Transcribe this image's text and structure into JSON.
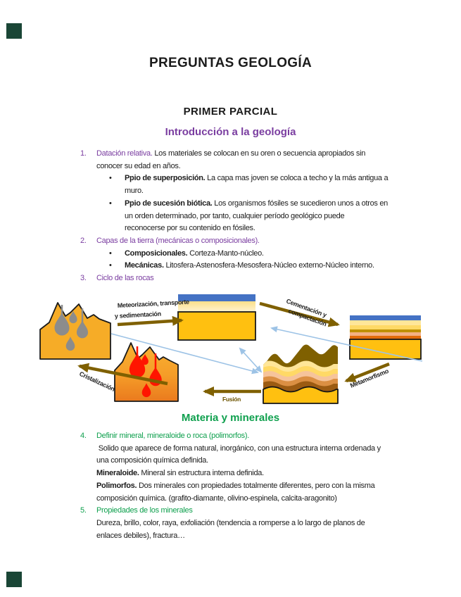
{
  "page": {
    "title": "PREGUNTAS GEOLOGÍA",
    "subtitle": "PRIMER PARCIAL"
  },
  "colors": {
    "purple": "#7a3da0",
    "green": "#0fa04e",
    "ink": "#1b1b1b",
    "corner_marker": "#1a4636",
    "arrow_olive": "#7f6000",
    "arrow_blue": "#9dc3e6"
  },
  "misc": {
    "bullet_char": "•"
  },
  "section1": {
    "heading": "Introducción a la geología",
    "blocks": [
      {
        "type": "num",
        "num": "1.",
        "num_color": "purple",
        "segs": [
          {
            "t": "Datación relativa.",
            "c": "purple"
          },
          {
            "t": " Los materiales se colocan en su oren o secuencia apropiados sin",
            "c": "ink"
          }
        ]
      },
      {
        "type": "cont",
        "segs": [
          {
            "t": "conocer su edad en años.",
            "c": "ink"
          }
        ]
      },
      {
        "type": "bul",
        "segs": [
          {
            "t": "Ppio de superposición.",
            "c": "ink",
            "b": true
          },
          {
            "t": " La capa mas joven se coloca a techo y la más antigua a",
            "c": "ink"
          }
        ]
      },
      {
        "type": "bulcont",
        "segs": [
          {
            "t": "muro.",
            "c": "ink"
          }
        ]
      },
      {
        "type": "bul",
        "segs": [
          {
            "t": "Ppio de sucesión biótica.",
            "c": "ink",
            "b": true
          },
          {
            "t": " Los organismos fósiles se sucedieron unos a otros en",
            "c": "ink"
          }
        ]
      },
      {
        "type": "bulcont",
        "segs": [
          {
            "t": "un orden determinado, por tanto, cualquier período geológico puede",
            "c": "ink"
          }
        ]
      },
      {
        "type": "bulcont",
        "segs": [
          {
            "t": "reconocerse por su contenido en fósiles.",
            "c": "ink"
          }
        ]
      },
      {
        "type": "num",
        "num": "2.",
        "num_color": "purple",
        "segs": [
          {
            "t": "Capas de la tierra (mecánicas o composicionales).",
            "c": "purple"
          }
        ]
      },
      {
        "type": "bul",
        "segs": [
          {
            "t": "Composicionales.",
            "c": "ink",
            "b": true
          },
          {
            "t": " Corteza-Manto-núcleo.",
            "c": "ink"
          }
        ]
      },
      {
        "type": "bul",
        "segs": [
          {
            "t": "Mecánicas.",
            "c": "ink",
            "b": true
          },
          {
            "t": " Litosfera-Astenosfera-Mesosfera-Núcleo externo-Núcleo interno.",
            "c": "ink"
          }
        ]
      },
      {
        "type": "num",
        "num": "3.",
        "num_color": "purple",
        "segs": [
          {
            "t": "Ciclo de las rocas",
            "c": "purple"
          }
        ]
      }
    ]
  },
  "diagram": {
    "labels": {
      "meteor1": "Meteorización, transporte",
      "meteor2": "y sedimentación",
      "cement1": "Cementación y",
      "cement2": "compactación",
      "metamorfismo": "Metamorfismo",
      "fusion": "Fusión",
      "cristalizacion": "Cristalización"
    }
  },
  "section2": {
    "heading": "Materia y minerales",
    "blocks": [
      {
        "type": "num",
        "num": "4.",
        "num_color": "green",
        "segs": [
          {
            "t": "Definir mineral, mineraloide o roca (polimorfos).",
            "c": "green"
          }
        ]
      },
      {
        "type": "cont",
        "segs": [
          {
            "t": " Solido que aparece de forma natural, inorgánico, con una estructura interna ordenada y",
            "c": "ink"
          }
        ]
      },
      {
        "type": "cont",
        "segs": [
          {
            "t": "una composición química definida.",
            "c": "ink"
          }
        ]
      },
      {
        "type": "cont",
        "segs": [
          {
            "t": "Mineraloide.",
            "c": "ink",
            "b": true
          },
          {
            "t": " Mineral sin estructura interna definida.",
            "c": "ink"
          }
        ]
      },
      {
        "type": "cont",
        "segs": [
          {
            "t": "Polimorfos.",
            "c": "ink",
            "b": true
          },
          {
            "t": " Dos minerales con propiedades totalmente diferentes, pero con la misma",
            "c": "ink"
          }
        ]
      },
      {
        "type": "cont",
        "segs": [
          {
            "t": "composición química. (grafito-diamante, olivino-espinela, calcita-aragonito)",
            "c": "ink"
          }
        ]
      },
      {
        "type": "num",
        "num": "5.",
        "num_color": "green",
        "segs": [
          {
            "t": "Propiedades de los minerales",
            "c": "green"
          }
        ]
      },
      {
        "type": "cont",
        "segs": [
          {
            "t": "Dureza, brillo, color, raya, exfoliación (tendencia a romperse a lo largo de planos de",
            "c": "ink"
          }
        ]
      },
      {
        "type": "cont",
        "segs": [
          {
            "t": "enlaces debiles), fractura…",
            "c": "ink"
          }
        ]
      }
    ]
  }
}
